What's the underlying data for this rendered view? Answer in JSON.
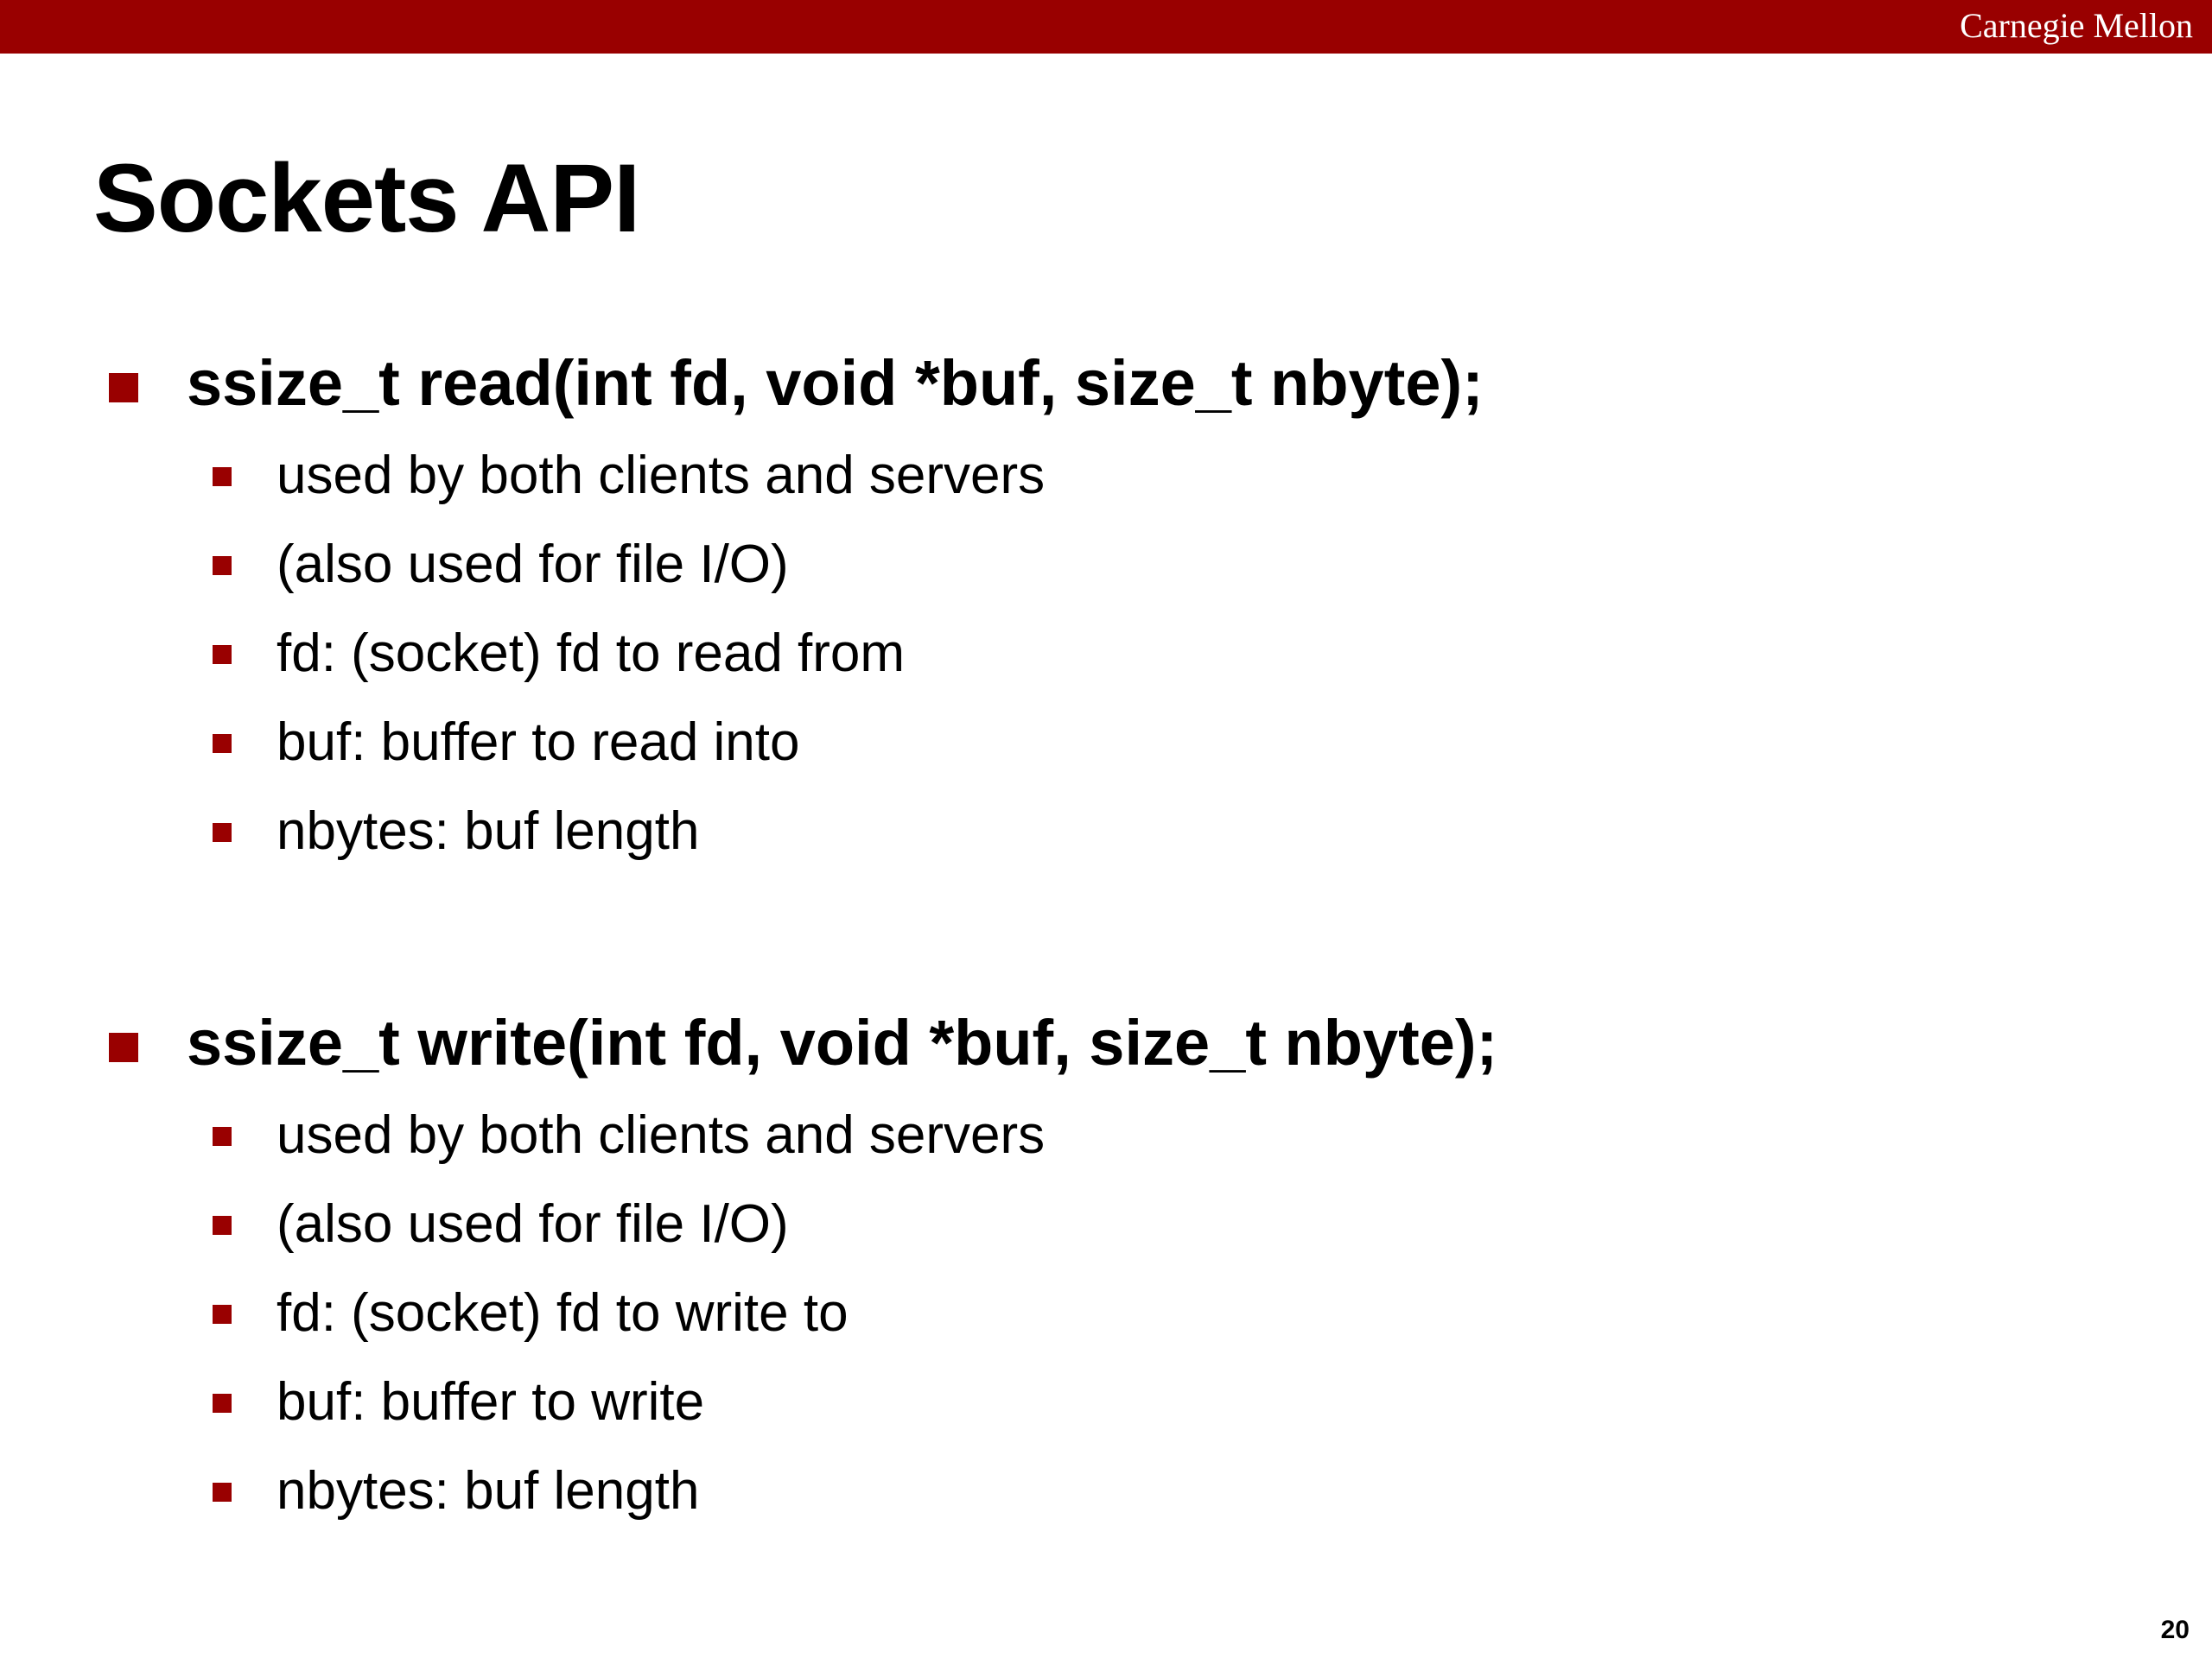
{
  "header": {
    "brand": "Carnegie Mellon",
    "bar_color": "#990000"
  },
  "slide": {
    "title": "Sockets API",
    "page_number": "20"
  },
  "sections": [
    {
      "heading": "ssize_t read(int fd, void *buf, size_t nbyte);",
      "bullets": [
        "used by both clients and servers",
        "(also used for file I/O)",
        "fd: (socket) fd to read from",
        "buf: buffer to read into",
        "nbytes: buf length"
      ]
    },
    {
      "heading": "ssize_t write(int fd, void *buf, size_t nbyte);",
      "bullets": [
        "used by both clients and servers",
        "(also used for file I/O)",
        "fd: (socket) fd to write to",
        "buf: buffer to write",
        "nbytes: buf length"
      ]
    }
  ],
  "colors": {
    "accent": "#990000",
    "text": "#000000",
    "background": "#ffffff"
  },
  "icons": {
    "level1_bullet": "square-bullet-icon",
    "level2_bullet": "small-square-bullet-icon"
  }
}
